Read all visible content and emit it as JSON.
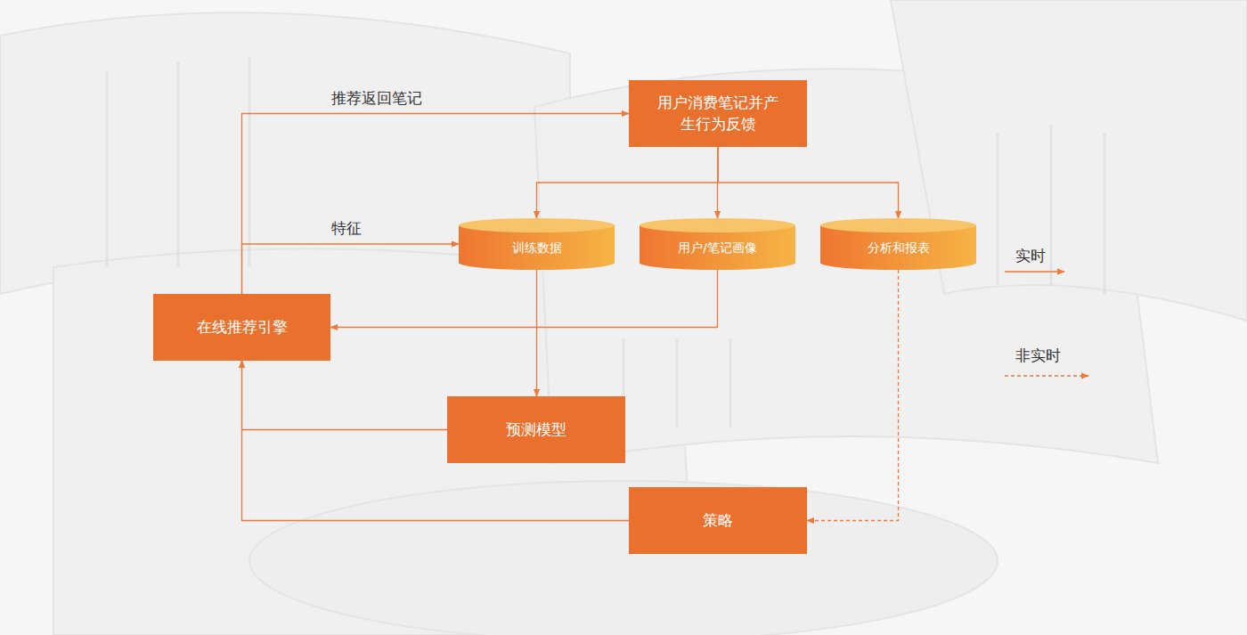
{
  "diagram": {
    "nodes": [
      {
        "text": [
          "用户消费笔记并产生行为反馈"
        ]
      },
      {
        "text": [
          "训练数据"
        ]
      },
      {
        "text": [
          "用户/笔记画像"
        ]
      },
      {
        "text": [
          "分析和报表"
        ]
      },
      {
        "text": [
          "在线推荐引擎"
        ]
      },
      {
        "text": [
          "预测模型"
        ]
      },
      {
        "text": [
          "策略"
        ]
      }
    ],
    "edges": [
      {
        "from": 4,
        "to": 0,
        "arrow": "to",
        "label": "推荐返回笔记"
      },
      {
        "from": 4,
        "to": 1,
        "arrow": "to",
        "label": "特征"
      },
      {
        "from": 0,
        "to": 1,
        "arrow": "to"
      },
      {
        "from": 0,
        "to": 2,
        "arrow": "to"
      },
      {
        "from": 0,
        "to": 3,
        "arrow": "to"
      },
      {
        "from": 2,
        "to": 4,
        "arrow": "to"
      },
      {
        "from": 1,
        "to": 5,
        "arrow": "to"
      },
      {
        "from": 5,
        "to": 4,
        "arrow": "to"
      },
      {
        "from": 6,
        "to": 4,
        "arrow": "to"
      },
      {
        "from": 3,
        "to": 6,
        "arrow": "to"
      }
    ],
    "legend": [
      {
        "text": "实时"
      },
      {
        "text": "非实时"
      }
    ]
  }
}
